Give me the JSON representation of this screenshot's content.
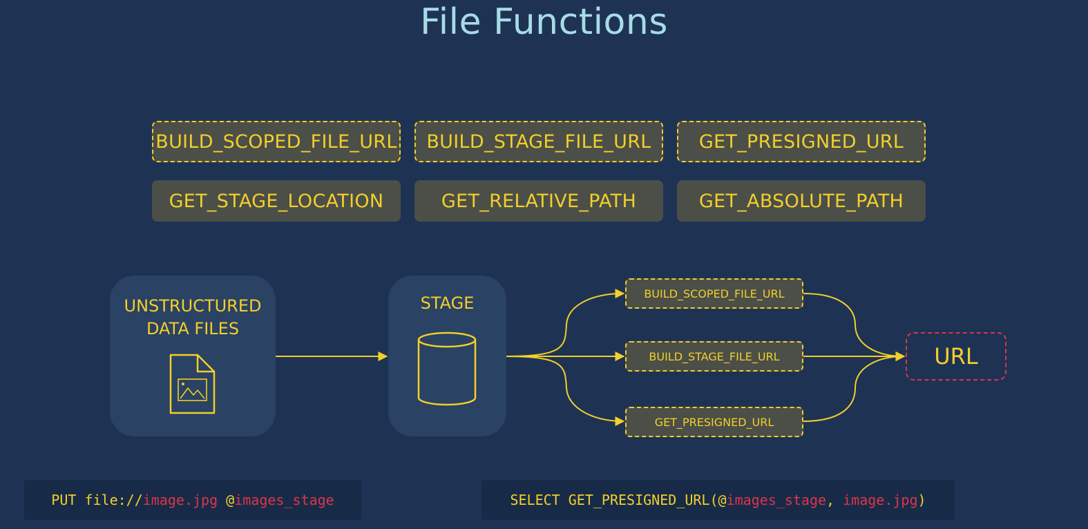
{
  "title": "File Functions",
  "colors": {
    "background": "#1e3354",
    "accent_yellow": "#f3cf2a",
    "accent_red": "#e0334a",
    "title": "#a7dce6",
    "box_fill": "#4b4f48",
    "panel_fill": "#2a4263"
  },
  "functions": {
    "url_functions": [
      "BUILD_SCOPED_FILE_URL",
      "BUILD_STAGE_FILE_URL",
      "GET_PRESIGNED_URL"
    ],
    "path_functions": [
      "GET_STAGE_LOCATION",
      "GET_RELATIVE_PATH",
      "GET_ABSOLUTE_PATH"
    ]
  },
  "diagram": {
    "source_label_line1": "UNSTRUCTURED",
    "source_label_line2": "DATA FILES",
    "source_icon": "image-file-icon",
    "stage_label": "STAGE",
    "stage_icon": "database-cylinder-icon",
    "flow_functions": [
      "BUILD_SCOPED_FILE_URL",
      "BUILD_STAGE_FILE_URL",
      "GET_PRESIGNED_URL"
    ],
    "output_label": "URL"
  },
  "code": {
    "put": {
      "keyword": "PUT file://",
      "file": "image.jpg",
      "space_at": " @",
      "stage": "images_stage"
    },
    "select": {
      "prefix": "SELECT GET_PRESIGNED_URL(@",
      "stage": "images_stage",
      "comma": ", ",
      "file": "image.jpg",
      "close": ")"
    }
  }
}
